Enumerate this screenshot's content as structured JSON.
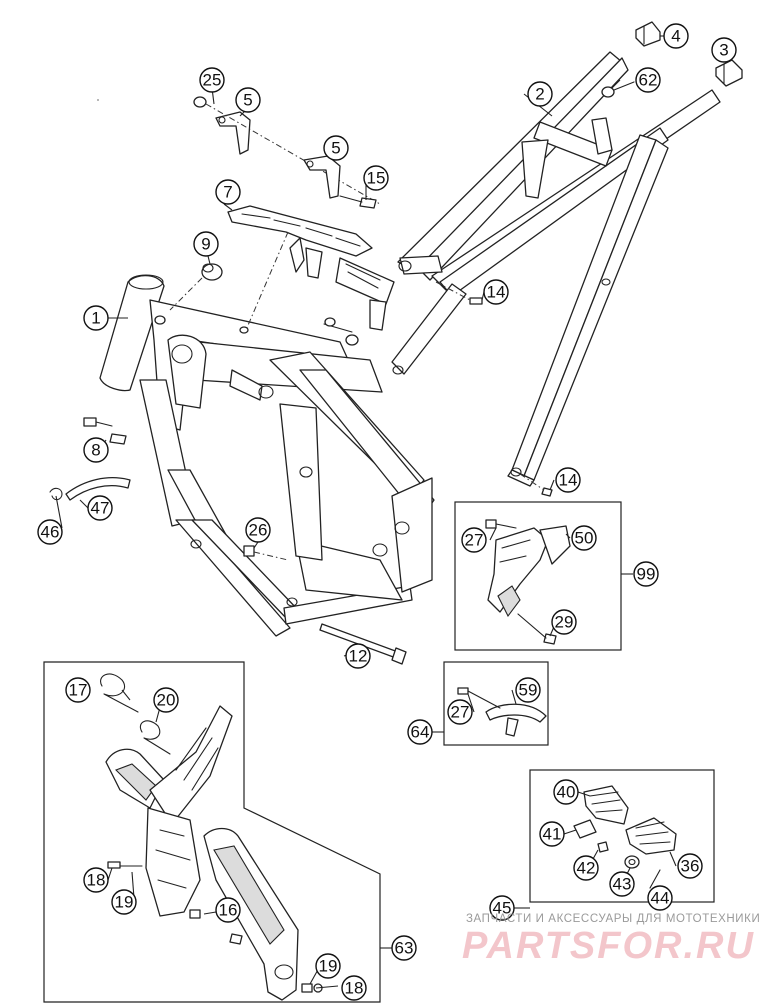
{
  "callouts": [
    {
      "id": "c1",
      "label": "1"
    },
    {
      "id": "c2",
      "label": "2"
    },
    {
      "id": "c3",
      "label": "3"
    },
    {
      "id": "c4",
      "label": "4"
    },
    {
      "id": "c5a",
      "label": "5"
    },
    {
      "id": "c5b",
      "label": "5"
    },
    {
      "id": "c7",
      "label": "7"
    },
    {
      "id": "c8",
      "label": "8"
    },
    {
      "id": "c9",
      "label": "9"
    },
    {
      "id": "c12",
      "label": "12"
    },
    {
      "id": "c14a",
      "label": "14"
    },
    {
      "id": "c14b",
      "label": "14"
    },
    {
      "id": "c15",
      "label": "15"
    },
    {
      "id": "c16",
      "label": "16"
    },
    {
      "id": "c17",
      "label": "17"
    },
    {
      "id": "c18a",
      "label": "18"
    },
    {
      "id": "c18b",
      "label": "18"
    },
    {
      "id": "c19a",
      "label": "19"
    },
    {
      "id": "c19b",
      "label": "19"
    },
    {
      "id": "c20",
      "label": "20"
    },
    {
      "id": "c25",
      "label": "25"
    },
    {
      "id": "c26",
      "label": "26"
    },
    {
      "id": "c27a",
      "label": "27"
    },
    {
      "id": "c27b",
      "label": "27"
    },
    {
      "id": "c29",
      "label": "29"
    },
    {
      "id": "c36",
      "label": "36"
    },
    {
      "id": "c40",
      "label": "40"
    },
    {
      "id": "c41",
      "label": "41"
    },
    {
      "id": "c42",
      "label": "42"
    },
    {
      "id": "c43",
      "label": "43"
    },
    {
      "id": "c44",
      "label": "44"
    },
    {
      "id": "c45",
      "label": "45"
    },
    {
      "id": "c46",
      "label": "46"
    },
    {
      "id": "c47",
      "label": "47"
    },
    {
      "id": "c50",
      "label": "50"
    },
    {
      "id": "c59",
      "label": "59"
    },
    {
      "id": "c62",
      "label": "62"
    },
    {
      "id": "c63",
      "label": "63"
    },
    {
      "id": "c64",
      "label": "64"
    },
    {
      "id": "c99",
      "label": "99"
    }
  ],
  "watermark": {
    "caption": "ЗАПЧАСТИ И АКСЕССУАРЫ ДЛЯ МОТОТЕХНИКИ",
    "logo": "PARTSFOR.RU"
  }
}
